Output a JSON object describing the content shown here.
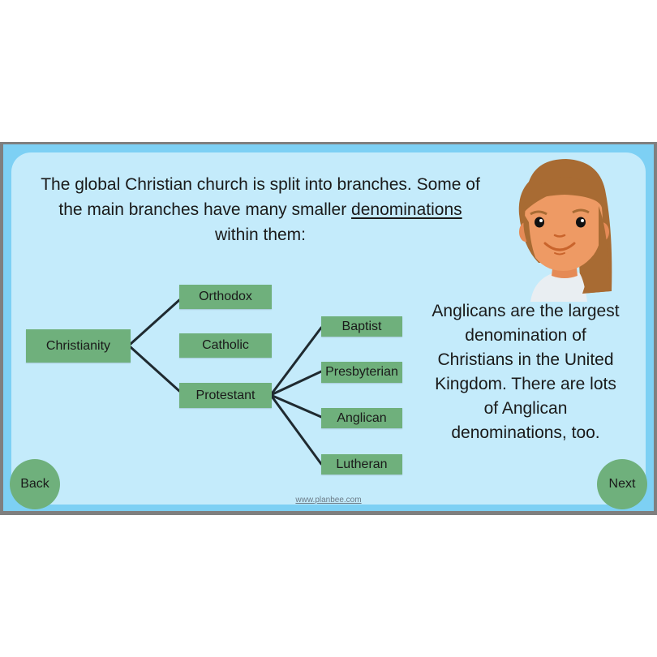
{
  "slide": {
    "intro_line1": "The global Christian church is split into branches. Some of",
    "intro_line2_pre": "the main branches have many smaller ",
    "intro_line2_link": "denominations",
    "intro_line3": "within them:",
    "side_text": [
      "Anglicans are the largest",
      "denomination of",
      "Christians in the United",
      "Kingdom. There are lots",
      "of Anglican",
      "denominations, too."
    ],
    "footer": "www.planbee.com"
  },
  "diagram": {
    "root": "Christianity",
    "branches": [
      "Orthodox",
      "Catholic",
      "Protestant"
    ],
    "protestant_denominations": [
      "Baptist",
      "Presbyterian",
      "Anglican",
      "Lutheran"
    ]
  },
  "nav": {
    "back_label": "Back",
    "next_label": "Next"
  },
  "colors": {
    "frame": "#7f7f7f",
    "outer": "#7dd0f4",
    "panel": "#c4ebfb",
    "box": "#6fb07c",
    "line": "#1f2a30"
  },
  "icons": {
    "avatar": "cartoon-girl-avatar"
  }
}
